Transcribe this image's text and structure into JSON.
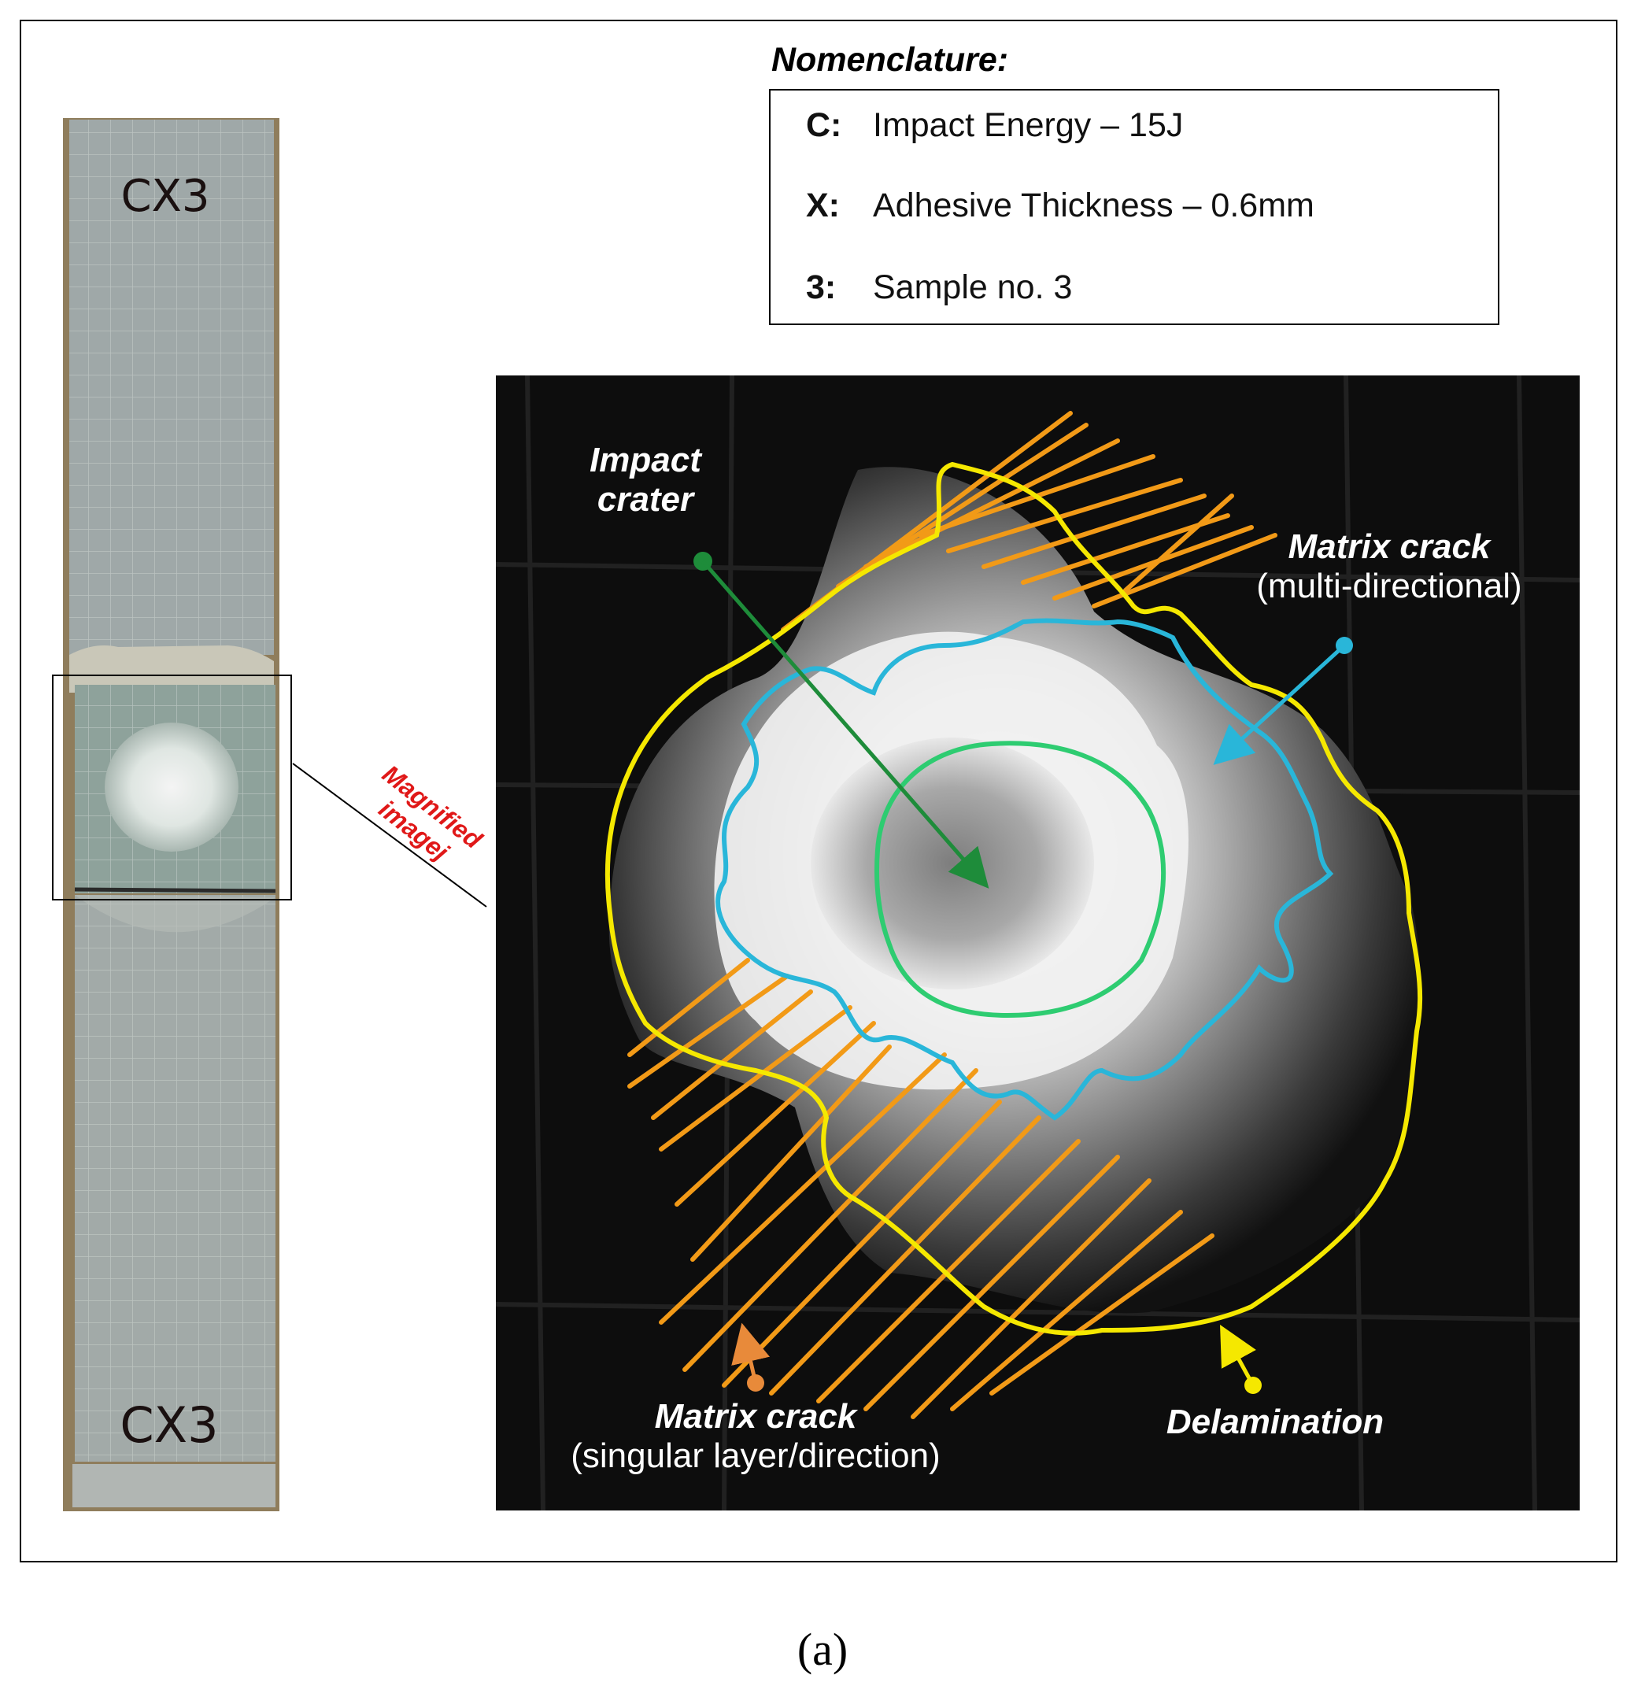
{
  "nomenclature": {
    "title": "Nomenclature:",
    "rows": [
      {
        "key": "C:",
        "text": "Impact Energy – 15J"
      },
      {
        "key": "X:",
        "text": "Adhesive Thickness – 0.6mm"
      },
      {
        "key": "3:",
        "text": "Sample no. 3"
      }
    ]
  },
  "specimen": {
    "label_top": "CX3",
    "label_bottom": "CX3",
    "magnified_label_1": "Magnified",
    "magnified_label_2": "imagej"
  },
  "annotations": {
    "impact_crater_1": "Impact",
    "impact_crater_2": "crater",
    "matrix_crack_multi_1": "Matrix crack",
    "matrix_crack_multi_2": "(multi-directional)",
    "matrix_crack_single_1": "Matrix crack",
    "matrix_crack_single_2": "(singular layer/direction)",
    "delamination": "Delamination"
  },
  "caption": "(a)",
  "colors": {
    "delamination": "#f5e800",
    "matrix_crack_multi": "#29b6d9",
    "impact_crater": "#2ecc71",
    "impact_arrow": "#1e8c3a",
    "matrix_crack_single": "#f29a17",
    "magnified_label": "#e01818"
  }
}
